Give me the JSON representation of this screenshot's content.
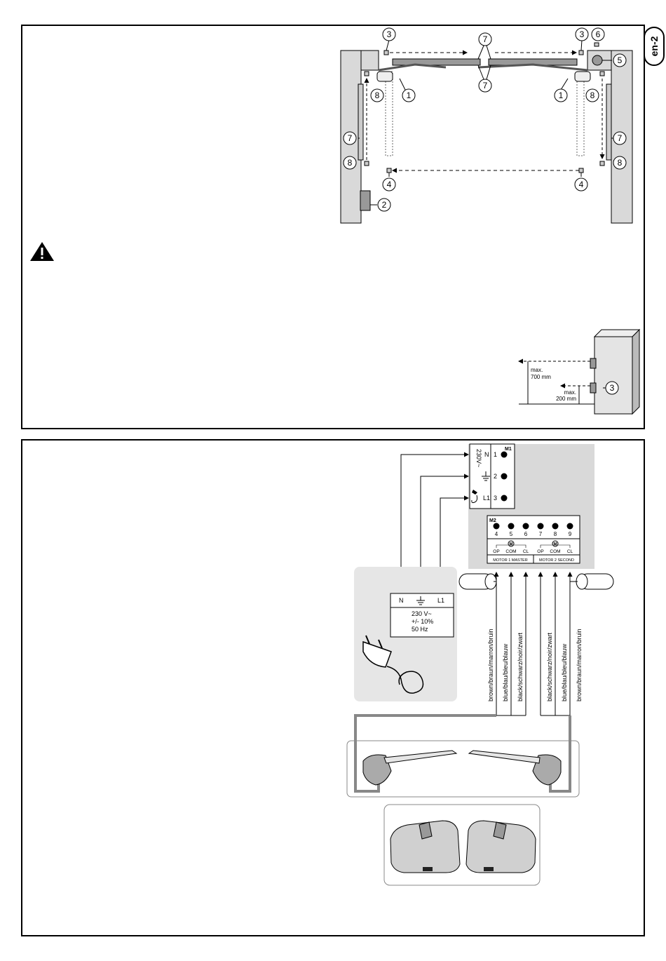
{
  "page": {
    "tab_label": "en-2"
  },
  "fig_top": {
    "callouts": {
      "c1a": "1",
      "c1b": "1",
      "c2": "2",
      "c3a": "3",
      "c3b": "3",
      "c3c": "3",
      "c4a": "4",
      "c4b": "4",
      "c5": "5",
      "c6": "6",
      "c7a": "7",
      "c7b": "7",
      "c7c": "7",
      "c7d": "7",
      "c8a": "8",
      "c8b": "8",
      "c8c": "8",
      "c8d": "8"
    },
    "height_detail": {
      "max_upper_l1": "max.",
      "max_upper_l2": "700 mm",
      "max_lower_l1": "max.",
      "max_lower_l2": "200 mm"
    }
  },
  "fig_bottom": {
    "m1": {
      "title": "M1",
      "voltage": "230V~",
      "n": "N",
      "l1": "L1",
      "t1": "1",
      "t2": "2",
      "t3": "3"
    },
    "m2": {
      "title": "M2",
      "t4": "4",
      "t5": "5",
      "t6": "6",
      "t7": "7",
      "t8": "8",
      "t9": "9",
      "op1": "OP",
      "com1": "COM",
      "cl1": "CL",
      "op2": "OP",
      "com2": "COM",
      "cl2": "CL",
      "motor1": "MOTOR 1 MASTER",
      "motor2": "MOTOR 2 SECOND"
    },
    "supply": {
      "n": "N",
      "l1": "L1",
      "line1": "230 V~",
      "line2": "+/- 10%",
      "line3": "50 Hz"
    },
    "wires": {
      "w1": "brown/braun/marron/bruin",
      "w2": "blue/blau/bleu/blauw",
      "w3": "black/schwarz/noir/zwart",
      "w4": "black/schwarz/noir/zwart",
      "w5": "blue/blau/bleu/blauw",
      "w6": "brown/braun/marron/bruin"
    }
  },
  "colors": {
    "panel_gray": "#d9d9d9",
    "dark_gray": "#8a8a8a",
    "line": "#000000"
  }
}
